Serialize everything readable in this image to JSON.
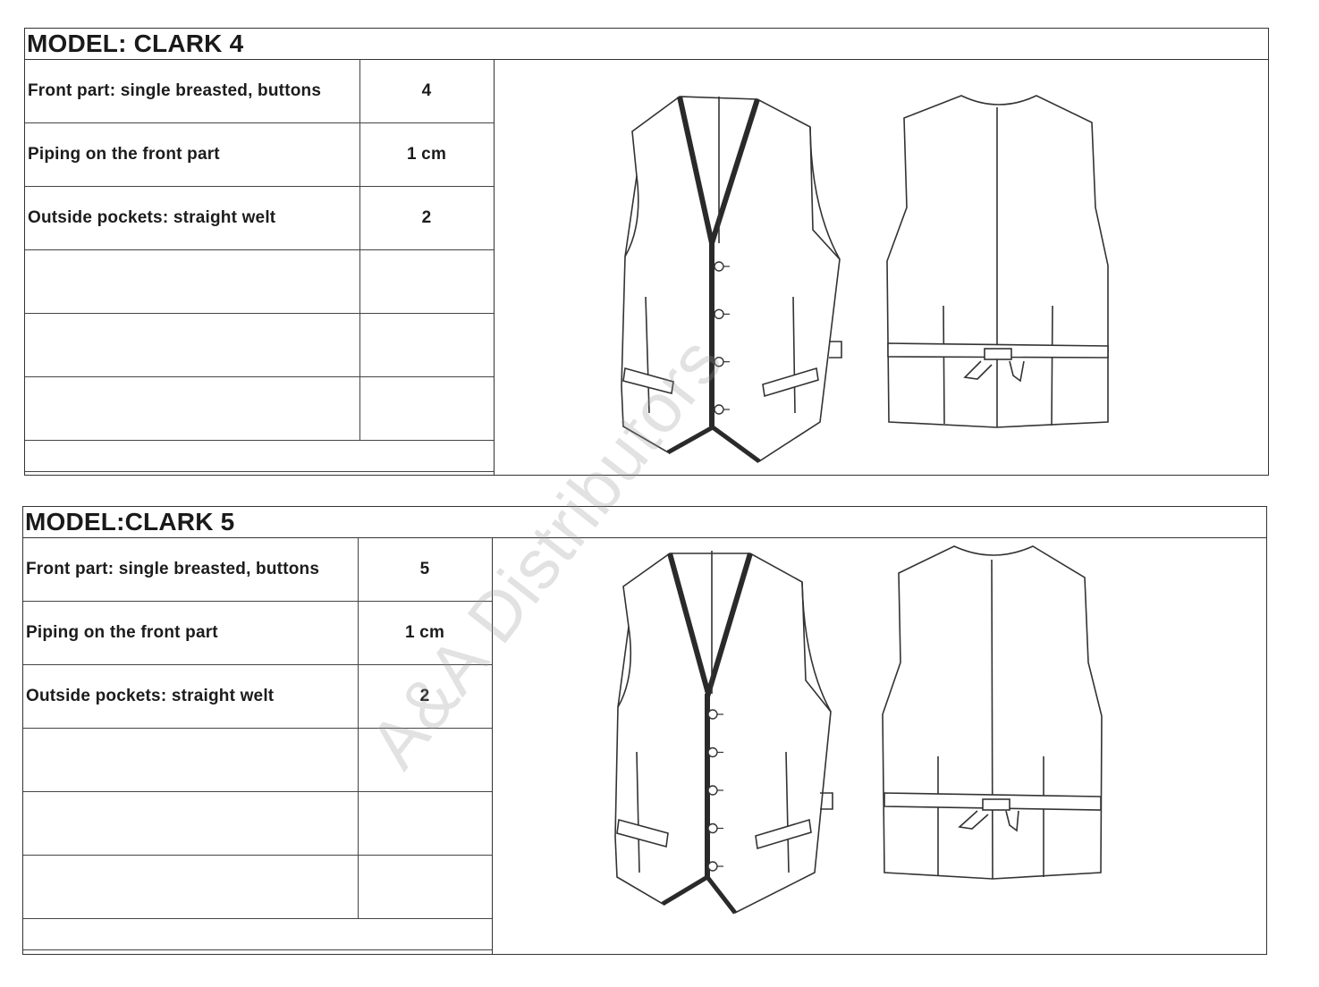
{
  "models": [
    {
      "title": "MODEL: CLARK 4",
      "rows": [
        {
          "label": "Front part: single breasted, buttons",
          "value": "4"
        },
        {
          "label": "Piping on the front part",
          "value": "1 cm"
        },
        {
          "label": "Outside pockets: straight welt",
          "value": "2"
        }
      ],
      "buttons": 4
    },
    {
      "title": "MODEL:CLARK 5",
      "rows": [
        {
          "label": "Front part: single breasted, buttons",
          "value": "5"
        },
        {
          "label": "Piping on the front part",
          "value": "1 cm"
        },
        {
          "label": "Outside pockets: straight welt",
          "value": "2"
        }
      ],
      "buttons": 5
    }
  ],
  "watermark": "A&A Distributors",
  "colors": {
    "line": "#333333",
    "piping": "#2a2a2a",
    "watermark": "#969696"
  }
}
